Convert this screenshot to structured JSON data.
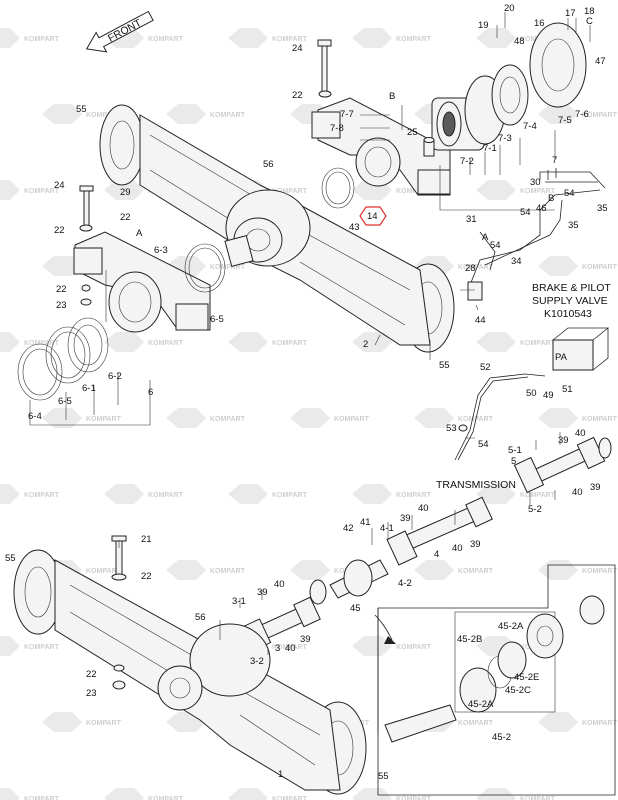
{
  "watermark": {
    "brand": "KOMPART"
  },
  "front_arrow": {
    "text": "FRONT"
  },
  "highlight_part": "14",
  "callouts": {
    "c20": "20",
    "c19": "19",
    "c16": "16",
    "c17": "17",
    "c18": "18",
    "cC1": "C",
    "c48": "48",
    "c47": "47",
    "c24a": "24",
    "c22a": "22",
    "c55a": "55",
    "cB1": "B",
    "c7_7": "7-7",
    "c7_8": "7-8",
    "c25": "25",
    "c7_4": "7-4",
    "c7_3": "7-3",
    "c7_5": "7-5",
    "c7_6": "7-6",
    "c7_1": "7-1",
    "c7_2": "7-2",
    "c7": "7",
    "c56a": "56",
    "c24b": "24",
    "c29": "29",
    "c22b": "22",
    "c22c": "22",
    "cA1": "A",
    "c6_3": "6-3",
    "c43": "43",
    "c14": "14",
    "c30": "30",
    "c54a": "54",
    "cB2": "B",
    "c46": "46",
    "c54b": "54",
    "c35a": "35",
    "c35b": "35",
    "c31": "31",
    "c54c": "54",
    "cA2": "A",
    "c34": "34",
    "c28": "28",
    "c44": "44",
    "c22d": "22",
    "c23a": "23",
    "c6_5a": "6-5",
    "c2": "2",
    "c55b": "55",
    "c6_2": "6-2",
    "c6_1": "6-1",
    "c6_4": "6-4",
    "c6_5b": "6-5",
    "c6": "6",
    "c52": "52",
    "cPA": "PA",
    "c50": "50",
    "c49": "49",
    "c51": "51",
    "c53": "53",
    "c54d": "54",
    "c39a": "39",
    "c40a": "40",
    "c5_1": "5-1",
    "c5": "5",
    "c40b": "40",
    "c39b": "39",
    "c5_2": "5-2",
    "c41": "41",
    "c42": "42",
    "c39c": "39",
    "c40c": "40",
    "c4_1": "4-1",
    "c4": "4",
    "c40d": "40",
    "c39d": "39",
    "c4_2": "4-2",
    "c45": "45",
    "c55c": "55",
    "c21": "21",
    "c22e": "22",
    "c3_1": "3-1",
    "c39e": "39",
    "c40e": "40",
    "c56b": "56",
    "c3": "3",
    "c3_2": "3-2",
    "c40f": "40",
    "c39f": "39",
    "c22f": "22",
    "c23b": "23",
    "c1": "1",
    "c55d": "55",
    "c45_2A_a": "45-2A",
    "c45_2B": "45-2B",
    "c45_2E": "45-2E",
    "c45_2C": "45-2C",
    "c45_2A_b": "45-2A",
    "c45_2": "45-2"
  },
  "labels": {
    "brake_line1": "BRAKE & PILOT",
    "brake_line2": "SUPPLY VALVE",
    "brake_line3": "K1010543",
    "transmission": "TRANSMISSION"
  }
}
